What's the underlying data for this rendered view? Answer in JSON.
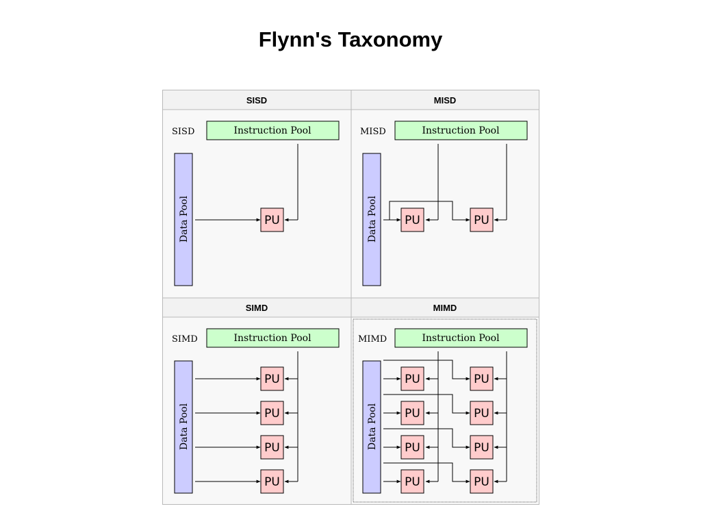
{
  "title": "Flynn's Taxonomy",
  "colors": {
    "instruction_pool": "#ccffcc",
    "data_pool": "#ccccff",
    "processing_unit": "#ffcccc",
    "header_bg": "#f2f2f2",
    "panel_bg": "#f8f8f8",
    "border": "#b9b9b9"
  },
  "panels": [
    {
      "key": "sisd",
      "header": "SISD",
      "label": "SISD",
      "instruction_pool": "Instruction Pool",
      "data_pool": "Data Pool",
      "pu_label": "PU",
      "pu_rows": 1,
      "pu_cols": 1
    },
    {
      "key": "misd",
      "header": "MISD",
      "label": "MISD",
      "instruction_pool": "Instruction Pool",
      "data_pool": "Data Pool",
      "pu_label": "PU",
      "pu_rows": 1,
      "pu_cols": 2
    },
    {
      "key": "simd",
      "header": "SIMD",
      "label": "SIMD",
      "instruction_pool": "Instruction Pool",
      "data_pool": "Data Pool",
      "pu_label": "PU",
      "pu_rows": 4,
      "pu_cols": 1
    },
    {
      "key": "mimd",
      "header": "MIMD",
      "label": "MIMD",
      "instruction_pool": "Instruction Pool",
      "data_pool": "Data Pool",
      "pu_label": "PU",
      "pu_rows": 4,
      "pu_cols": 2
    }
  ]
}
